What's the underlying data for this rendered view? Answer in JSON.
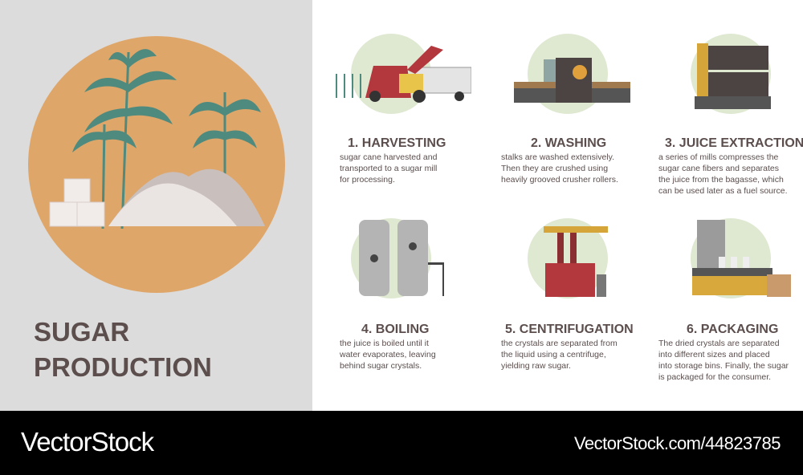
{
  "title_lines": [
    "SUGAR",
    "PRODUCTION"
  ],
  "colors": {
    "panel": "#dcdcdc",
    "circle": "#dfa66a",
    "text": "#5b4e4d",
    "step_circle": "#dfe8d1"
  },
  "steps": [
    {
      "title": "1. HARVESTING",
      "icon": "harvester-icon",
      "lines": [
        "sugar cane harvested and",
        "transported to a sugar mill",
        "for processing."
      ]
    },
    {
      "title": "2. WASHING",
      "icon": "washing-conveyor-icon",
      "lines": [
        "stalks are washed extensively.",
        "Then they are crushed using",
        "heavily grooved crusher rollers."
      ]
    },
    {
      "title": "3. JUICE EXTRACTION",
      "icon": "mill-rollers-icon",
      "lines": [
        "a series of mills compresses the",
        "sugar cane fibers and separates",
        "the juice from the bagasse, which",
        "can be used later as a fuel source."
      ]
    },
    {
      "title": "4. BOILING",
      "icon": "boiler-tanks-icon",
      "lines": [
        "the juice is boiled until it",
        "water evaporates, leaving",
        "behind sugar crystals."
      ]
    },
    {
      "title": "5. CENTRIFUGATION",
      "icon": "centrifuge-icon",
      "lines": [
        "the crystals are separated from",
        "the liquid using a centrifuge,",
        "yielding raw sugar."
      ]
    },
    {
      "title": "6. PACKAGING",
      "icon": "packaging-line-icon",
      "lines": [
        "The dried crystals are separated",
        "into different sizes and placed",
        "into storage bins. Finally, the sugar",
        "is packaged for the consumer."
      ]
    }
  ],
  "footer": {
    "brand": "VectorStock",
    "url": "VectorStock.com/44823785"
  }
}
